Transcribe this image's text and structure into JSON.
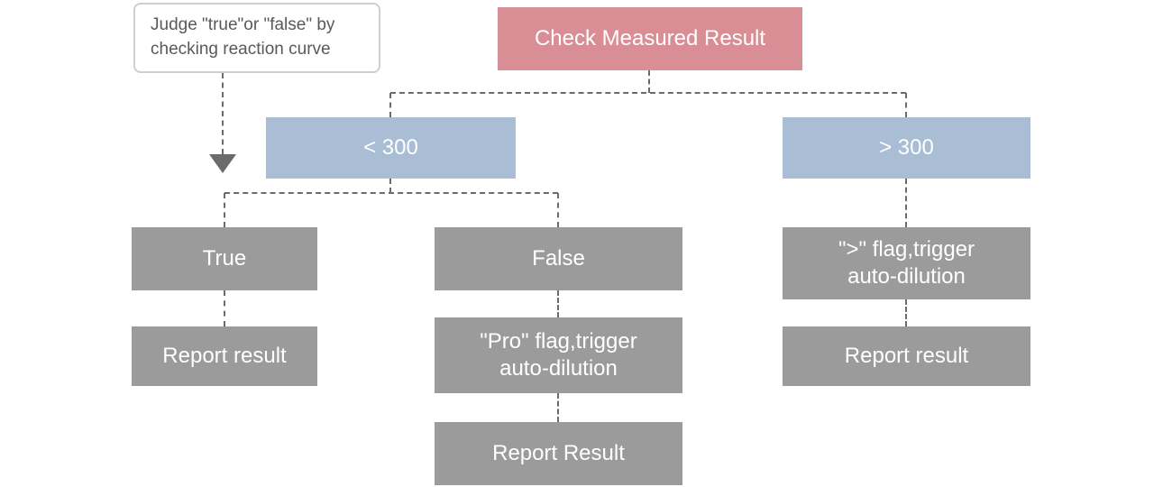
{
  "diagram": {
    "type": "flowchart",
    "description": "Decision flow for checking a measured result against 300 with reaction-curve judgement and auto-dilution flags"
  },
  "nodes": {
    "note": {
      "label": "Judge \"true\"or \"false\" by\nchecking reaction curve"
    },
    "root": {
      "label": "Check Measured Result"
    },
    "lt300": {
      "label": "< 300"
    },
    "gt300": {
      "label": "> 300"
    },
    "true_node": {
      "label": "True"
    },
    "false_node": {
      "label": "False"
    },
    "gt_flag": {
      "label": "\">\" flag,trigger\nauto-dilution"
    },
    "report_left": {
      "label": "Report result"
    },
    "pro_flag": {
      "label": "\"Pro\" flag,trigger\nauto-dilution"
    },
    "report_right": {
      "label": "Report result"
    },
    "report_bottom": {
      "label": "Report Result"
    }
  },
  "edges": [
    "root -> lt300",
    "root -> gt300",
    "lt300 -> true_node",
    "lt300 -> false_node",
    "gt300 -> gt_flag",
    "true_node -> report_left",
    "false_node -> pro_flag",
    "pro_flag -> report_bottom",
    "gt_flag -> report_right",
    "note -> (arrow down)"
  ],
  "colors": {
    "root_bg": "#d98d94",
    "branch_bg": "#a9bed4",
    "node_bg": "#9b9b9b",
    "connector": "#6b6b6b",
    "note_border": "#cfcfcf",
    "note_text": "#595959"
  }
}
